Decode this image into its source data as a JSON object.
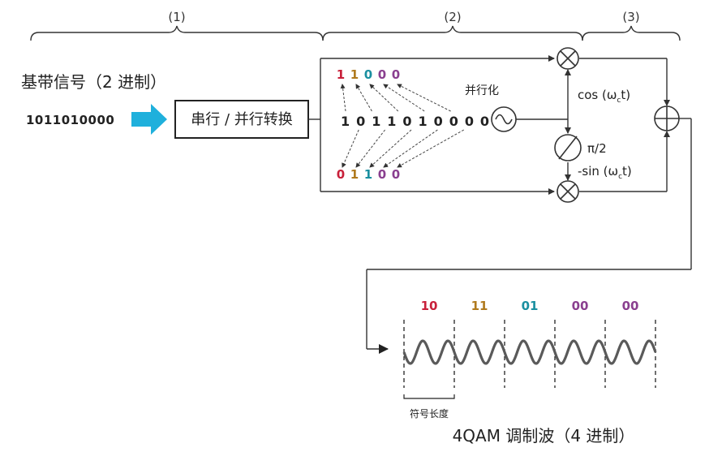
{
  "sections": {
    "s1": "(1)",
    "s2": "(2)",
    "s3": "(3)"
  },
  "input": {
    "title": "基带信号（2 进制）",
    "bits": "1011010000"
  },
  "converter": {
    "label": "串行 / 并行转换"
  },
  "serial_bits": "1 0 1 1 0 1 0 0 0 0",
  "i_bits": [
    "1",
    "1",
    "0",
    "0",
    "0"
  ],
  "q_bits": [
    "0",
    "1",
    "1",
    "0",
    "0"
  ],
  "parallel_label": "并行化",
  "cos_label": "cos (ω",
  "cos_sub": "c",
  "cos_tail": "t)",
  "phase_label": "π/2",
  "sin_label": "-sin (ω",
  "sin_sub": "c",
  "sin_tail": "t)",
  "symbols": [
    "10",
    "11",
    "01",
    "00",
    "00"
  ],
  "symbol_length_label": "符号长度",
  "output_title": "4QAM 调制波（4 进制）",
  "colors": {
    "red": "#c8203a",
    "gold": "#b07a1e",
    "teal": "#1a8fa0",
    "purple": "#8a3f8f",
    "arrow": "#1fb0dc",
    "line": "#333333",
    "wave": "#5a5a5a"
  }
}
